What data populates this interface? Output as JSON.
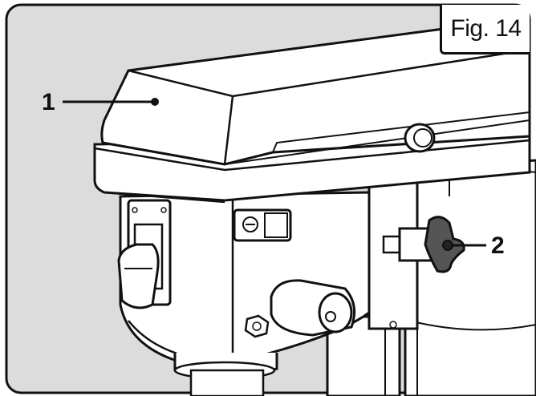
{
  "figure": {
    "label": "Fig. 14",
    "callouts": [
      {
        "id": "1",
        "text": "1"
      },
      {
        "id": "2",
        "text": "2"
      }
    ]
  },
  "colors": {
    "background": "#dcdcdc",
    "outline": "#111111",
    "part_fill": "#ffffff",
    "shadow": "#bdbdbd"
  }
}
